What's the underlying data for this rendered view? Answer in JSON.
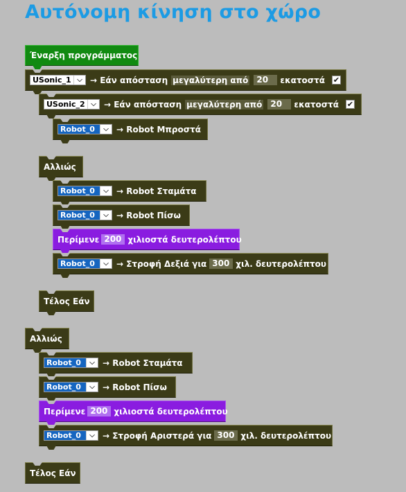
{
  "title": "Αυτόνομη κίνηση στο χώρο",
  "labels": {
    "start": "Έναρξη προγράμματος",
    "if_prefix": "→ Εάν απόσταση",
    "greater": "μεγαλύτερη από",
    "cm": "εκατοστά",
    "forward": "→ Robot Μπροστά",
    "stop": "→ Robot Σταμάτα",
    "back": "→ Robot Πίσω",
    "wait": "Περίμενε",
    "ms": "χιλιοστά δευτερολέπτου",
    "turn_right": "→ Στροφή Δεξιά για",
    "turn_left": "→ Στροφή Αριστερά για",
    "ms_short": "χιλ. δευτερολέπτου",
    "else": "Αλλιώς",
    "endif": "Τέλος Εάν",
    "arrow": "⌵",
    "check": "✔"
  },
  "sensors": [
    "USonic_1",
    "USonic_2"
  ],
  "robot": "Robot_0",
  "values": {
    "dist1": "20",
    "dist2": "20",
    "wait1": "200",
    "turn1": "300",
    "wait2": "200",
    "turn2": "300"
  }
}
